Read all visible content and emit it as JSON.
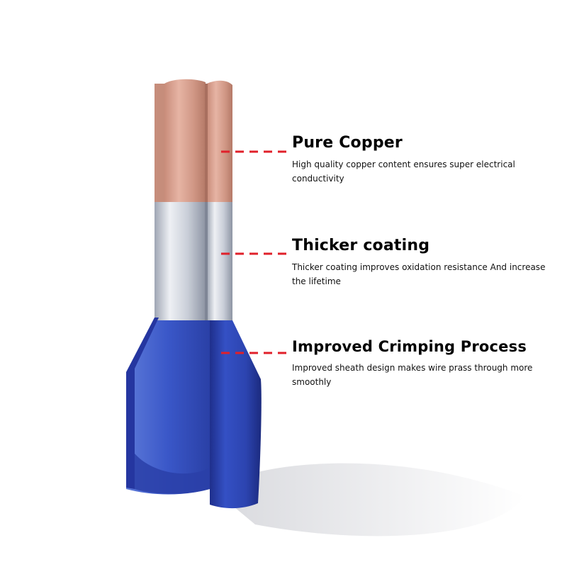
{
  "features": [
    {
      "title": "Pure Copper",
      "description": "High quality copper content ensures super electrical conductivity"
    },
    {
      "title": "Thicker coating",
      "description": "Thicker coating improves oxidation resistance And increase the lifetime"
    },
    {
      "title": "Improved Crimping Process",
      "description": "Improved sheath design makes wire prass through more smoothly"
    }
  ],
  "colors": {
    "copper": "#d9a08e",
    "coating": "#c9ced8",
    "sheath": "#2f47b8",
    "leader_line": "#e0202a",
    "shadow": "#dcdce0"
  }
}
